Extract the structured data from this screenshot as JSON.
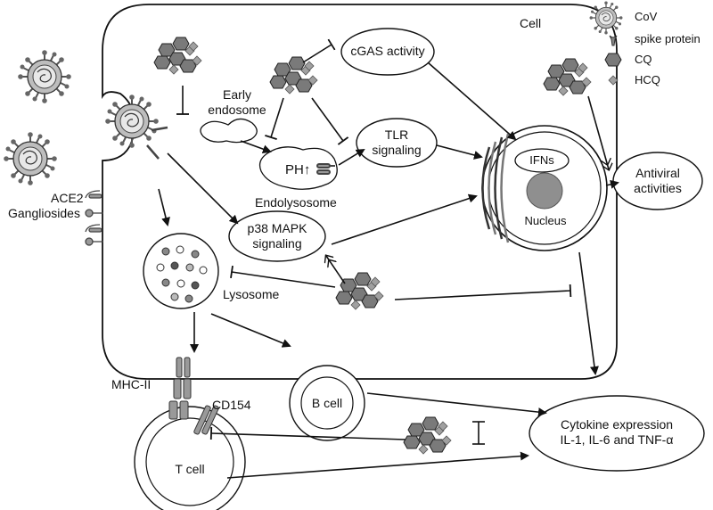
{
  "legend": {
    "cov": "CoV",
    "spike": "spike protein",
    "cq": "CQ",
    "hcq": "HCQ"
  },
  "labels": {
    "cell": "Cell",
    "cgas": "cGAS activity",
    "early_endosome": "Early\nendosome",
    "tlr": "TLR\nsignaling",
    "ph": "PH↑",
    "endolysosome": "Endolysosome",
    "ifns": "IFNs",
    "nucleus": "Nucleus",
    "antiviral": "Antiviral\nactivities",
    "ace2": "ACE2",
    "gangliosides": "Gangliosides",
    "p38": "p38 MAPK\nsignaling",
    "lysosome": "Lysosome",
    "mhc": "MHC-II",
    "cd154": "CD154",
    "bcell": "B cell",
    "tcell": "T cell",
    "cytokine": "Cytokine expression\nIL-1, IL-6 and TNF-α"
  },
  "colors": {
    "cq_hex": "#7a7a7a",
    "hcq_diamond": "#a0a0a0",
    "nucleolus": "#8f8f8f",
    "outline": "#222222"
  }
}
